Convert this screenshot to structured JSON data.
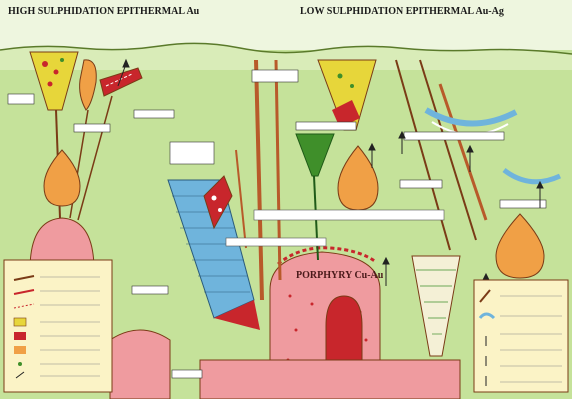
{
  "headings": {
    "left": "HIGH SULPHIDATION EPITHERMAL Au",
    "right": "LOW SULPHIDATION EPITHERMAL Au-Ag"
  },
  "center_label": "PORPHYRY Cu-Au",
  "colors": {
    "background": "#c5e29a",
    "sky": "#eef6df",
    "porphyry_pink": "#ef9b9f",
    "carbonate_blue": "#6fb4dc",
    "sinter_green": "#3f8f2a",
    "vein_red": "#c8262c",
    "halo_orange": "#f0a046",
    "breccia_yellow": "#e7d63a",
    "fault_brown": "#7a3b16",
    "legend_yellow": "#fbf3c6"
  },
  "icons": [
    "fault-icon",
    "vein-icon",
    "fluid-flow-arrow-icon",
    "breccia-icon"
  ]
}
